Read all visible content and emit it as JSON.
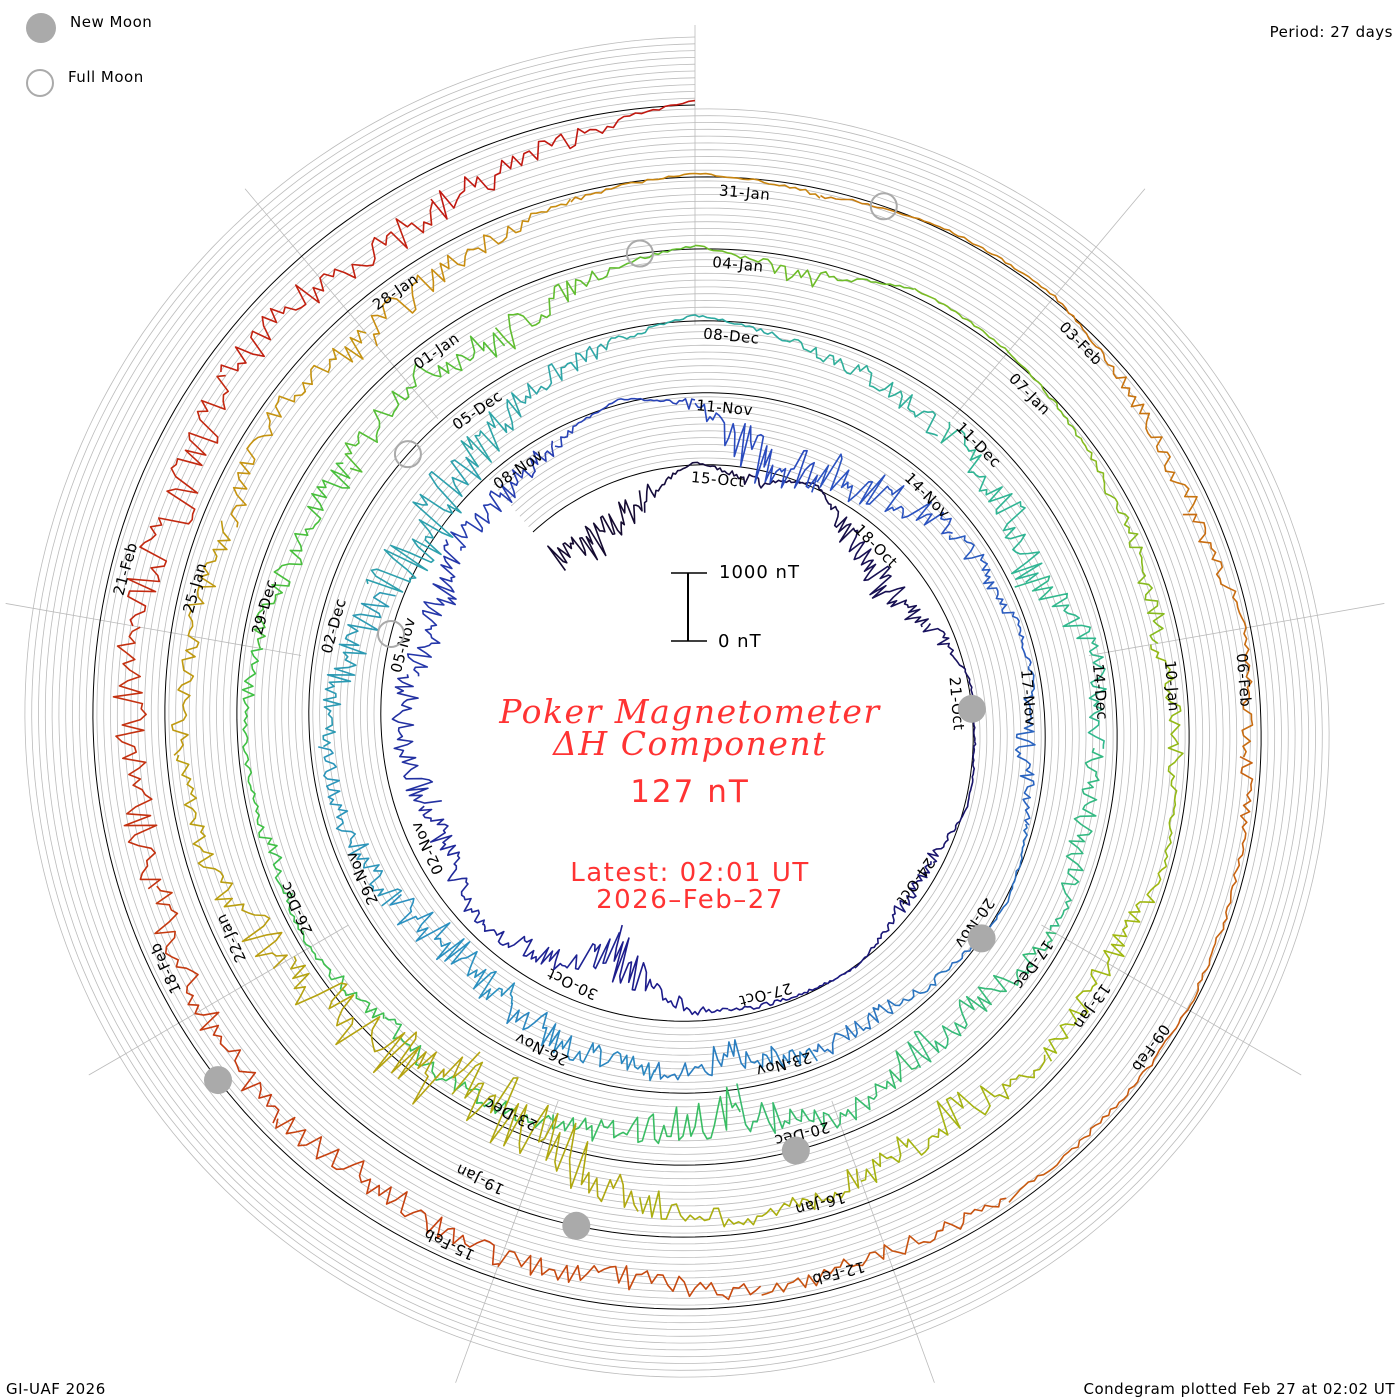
{
  "legend": {
    "new_moon": "New Moon",
    "full_moon": "Full Moon"
  },
  "period_label": "Period: 27 days",
  "credit": "GI-UAF 2026",
  "plotted": "Condegram plotted Feb 27 at 02:02 UT",
  "title": {
    "line1": "Poker Magnetometer",
    "line2": "ΔH Component",
    "current_value": "127 nT",
    "latest": "Latest: 02:01 UT",
    "latest_date": "2026–Feb–27"
  },
  "scale": {
    "top_label": "1000 nT",
    "bottom_label": "0 nT",
    "value_nT": 1000
  },
  "colors": {
    "text_accent": "#ff3333",
    "moon": "#aaaaaa",
    "grid": "#bbbbbb",
    "baseline": "#000000",
    "trace_gradient": [
      "#140a30",
      "#1c1a8a",
      "#2a4cc0",
      "#2a90c0",
      "#30b890",
      "#40c040",
      "#a0b810",
      "#c89010",
      "#c85010",
      "#c01010"
    ]
  },
  "chart_data": {
    "type": "line",
    "title": "Poker Magnetometer ΔH Component (condegram spiral)",
    "period_days": 27,
    "reference_date": "2025-10-15",
    "start_date": "2025-10-12",
    "end_date": "2026-02-27",
    "units": "nT",
    "daily_dH": [
      -500,
      -700,
      -400,
      40,
      -200,
      60,
      -400,
      -600,
      -300,
      30,
      20,
      40,
      -200,
      -150,
      20,
      -50,
      -100,
      -300,
      -900,
      -400,
      -200,
      -400,
      -500,
      -300,
      -400,
      -600,
      -300,
      -400,
      -200,
      80,
      -200,
      -900,
      -800,
      -600,
      -300,
      -200,
      -100,
      -300,
      -100,
      50,
      -100,
      -300,
      -200,
      -500,
      -300,
      -400,
      -600,
      -700,
      -500,
      -300,
      -200,
      -500,
      -800,
      -900,
      -700,
      -400,
      -200,
      80,
      -150,
      -300,
      -400,
      -500,
      -700,
      -200,
      -300,
      -400,
      -200,
      -500,
      -600,
      -200,
      -800,
      -500,
      -300,
      -200,
      -300,
      -100,
      -200,
      -100,
      -200,
      -400,
      -500,
      -300,
      -600,
      -200,
      50,
      -300,
      100,
      50,
      -100,
      -200,
      -300,
      -200,
      -100,
      -400,
      -300,
      -600,
      -400,
      -200,
      -500,
      -1200,
      -1300,
      -1000,
      -800,
      -300,
      -200,
      -300,
      -400,
      -200,
      -500,
      -300,
      -100,
      50,
      -100,
      30,
      50,
      -200,
      -300,
      -100,
      -200,
      -100,
      -50,
      -100,
      -150,
      -300,
      -200,
      -400,
      -300,
      -500,
      -300,
      -400,
      -500,
      -600,
      -400,
      -700,
      -400,
      -500,
      -600,
      -300,
      60
    ],
    "date_labels": [
      "15-Oct",
      "18-Oct",
      "21-Oct",
      "24-Oct",
      "27-Oct",
      "30-Oct",
      "02-Nov",
      "05-Nov",
      "08-Nov",
      "11-Nov",
      "14-Nov",
      "17-Nov",
      "20-Nov",
      "23-Nov",
      "26-Nov",
      "29-Nov",
      "02-Dec",
      "05-Dec",
      "08-Dec",
      "11-Dec",
      "14-Dec",
      "17-Dec",
      "20-Dec",
      "23-Dec",
      "26-Dec",
      "29-Dec",
      "01-Jan",
      "04-Jan",
      "07-Jan",
      "10-Jan",
      "13-Jan",
      "16-Jan",
      "19-Jan",
      "22-Jan",
      "25-Jan",
      "28-Jan",
      "31-Jan",
      "03-Feb",
      "06-Feb",
      "09-Feb",
      "12-Feb",
      "15-Feb",
      "18-Feb",
      "21-Feb"
    ],
    "new_moons": [
      "2025-10-21",
      "2025-11-20",
      "2025-12-20",
      "2026-01-18",
      "2026-02-17"
    ],
    "full_moons": [
      "2025-11-05",
      "2025-12-04",
      "2026-01-03",
      "2026-02-01"
    ],
    "grid_step_nT": 100
  }
}
